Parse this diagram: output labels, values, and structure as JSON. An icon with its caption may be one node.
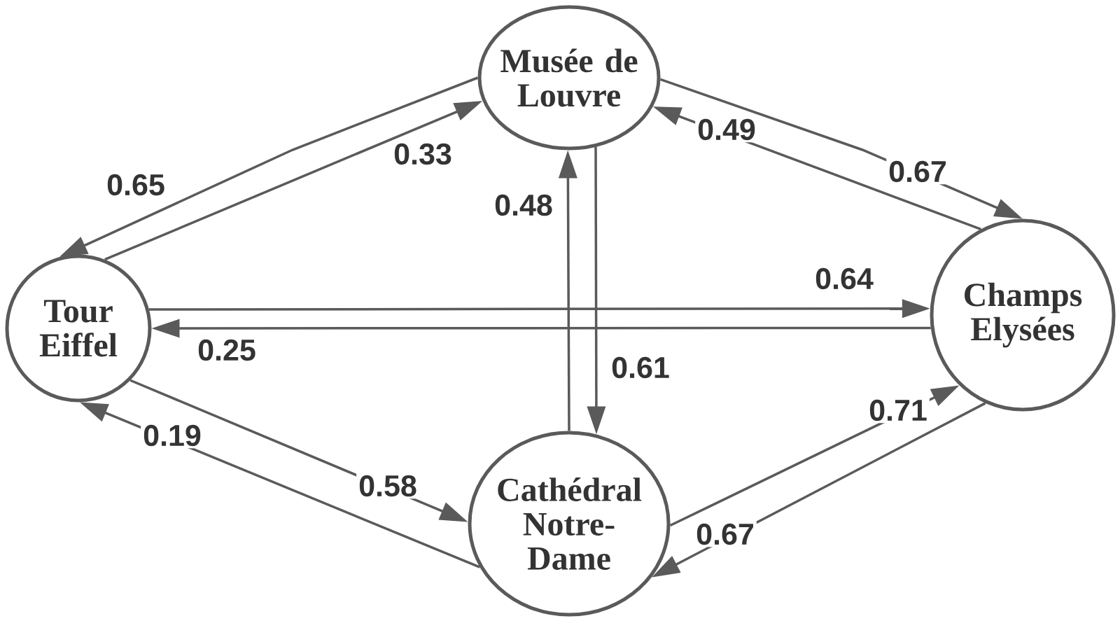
{
  "diagram": {
    "nodes": [
      {
        "text": [
          "Musée de Louvre"
        ]
      },
      {
        "text": [
          "Tour Eiffel"
        ]
      },
      {
        "text": [
          "Champs Elysées"
        ]
      },
      {
        "text": [
          "Cathédral Notre-Dame"
        ]
      }
    ],
    "edges": [
      {
        "from": 0,
        "to": 1,
        "arrow": "to",
        "label": "0.65"
      },
      {
        "from": 1,
        "to": 0,
        "arrow": "to",
        "label": "0.33"
      },
      {
        "from": 3,
        "to": 0,
        "arrow": "to",
        "label": "0.48"
      },
      {
        "from": 0,
        "to": 3,
        "arrow": "to",
        "label": "0.61"
      },
      {
        "from": 2,
        "to": 0,
        "arrow": "to",
        "label": "0.49"
      },
      {
        "from": 0,
        "to": 2,
        "arrow": "to",
        "label": "0.67"
      },
      {
        "from": 1,
        "to": 2,
        "arrow": "to",
        "label": "0.64"
      },
      {
        "from": 2,
        "to": 1,
        "arrow": "to",
        "label": "0.25"
      },
      {
        "from": 3,
        "to": 1,
        "arrow": "to",
        "label": "0.19"
      },
      {
        "from": 1,
        "to": 3,
        "arrow": "to",
        "label": "0.58"
      },
      {
        "from": 3,
        "to": 2,
        "arrow": "to",
        "label": "0.71"
      },
      {
        "from": 2,
        "to": 3,
        "arrow": "to",
        "label": "0.67"
      }
    ]
  }
}
